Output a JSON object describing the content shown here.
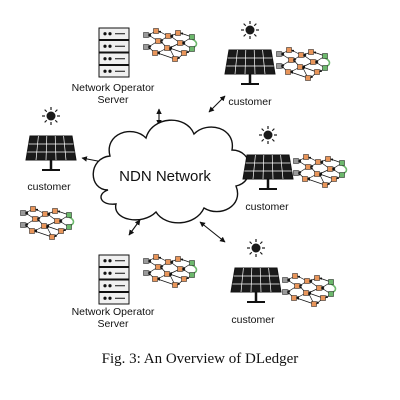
{
  "diagram": {
    "cloud_label": "NDN Network",
    "server_label_line1": "Network Operator",
    "server_label_line2": "Server",
    "customer_label": "customer"
  },
  "caption": "Fig. 3: An Overview of DLedger",
  "colors": {
    "node_orange": "#e8955a",
    "node_grey": "#9a9a9a",
    "node_green": "#6cb86c",
    "panel_dark": "#1a1a1a",
    "stroke": "#111111"
  }
}
